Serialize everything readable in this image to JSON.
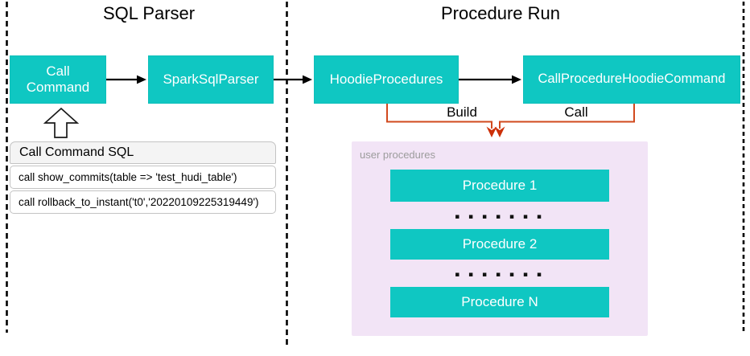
{
  "diagram": {
    "sections": [
      {
        "title": "SQL Parser"
      },
      {
        "title": "Procedure Run"
      }
    ],
    "nodes": {
      "call_command": {
        "label": "Call\nCommand"
      },
      "spark_sql_parser": {
        "label": "SparkSqlParser"
      },
      "hoodie_procedures": {
        "label": "HoodieProcedures"
      },
      "call_procedure_hoodie_command": {
        "label": "CallProcedureHoodieCommand"
      }
    },
    "edge_labels": {
      "build": "Build",
      "call": "Call"
    },
    "sql_box": {
      "header": "Call Command SQL",
      "rows": [
        "call show_commits(table => 'test_hudi_table')",
        "call rollback_to_instant('t0','20220109225319449')"
      ]
    },
    "user_procedures": {
      "label": "user procedures",
      "items": [
        "Procedure 1",
        "Procedure 2",
        "Procedure N"
      ],
      "ellipsis": "▪ ▪ ▪ ▪ ▪ ▪ ▪"
    }
  },
  "colors": {
    "teal": "#0fc7c2",
    "orange": "#d1491e",
    "arrow-red": "#cc3009",
    "purple-bg": "#f2e4f6",
    "panel-gray": "#f4f4f4",
    "border-gray": "#c3c3c3",
    "muted-text": "#9c9c9c"
  }
}
